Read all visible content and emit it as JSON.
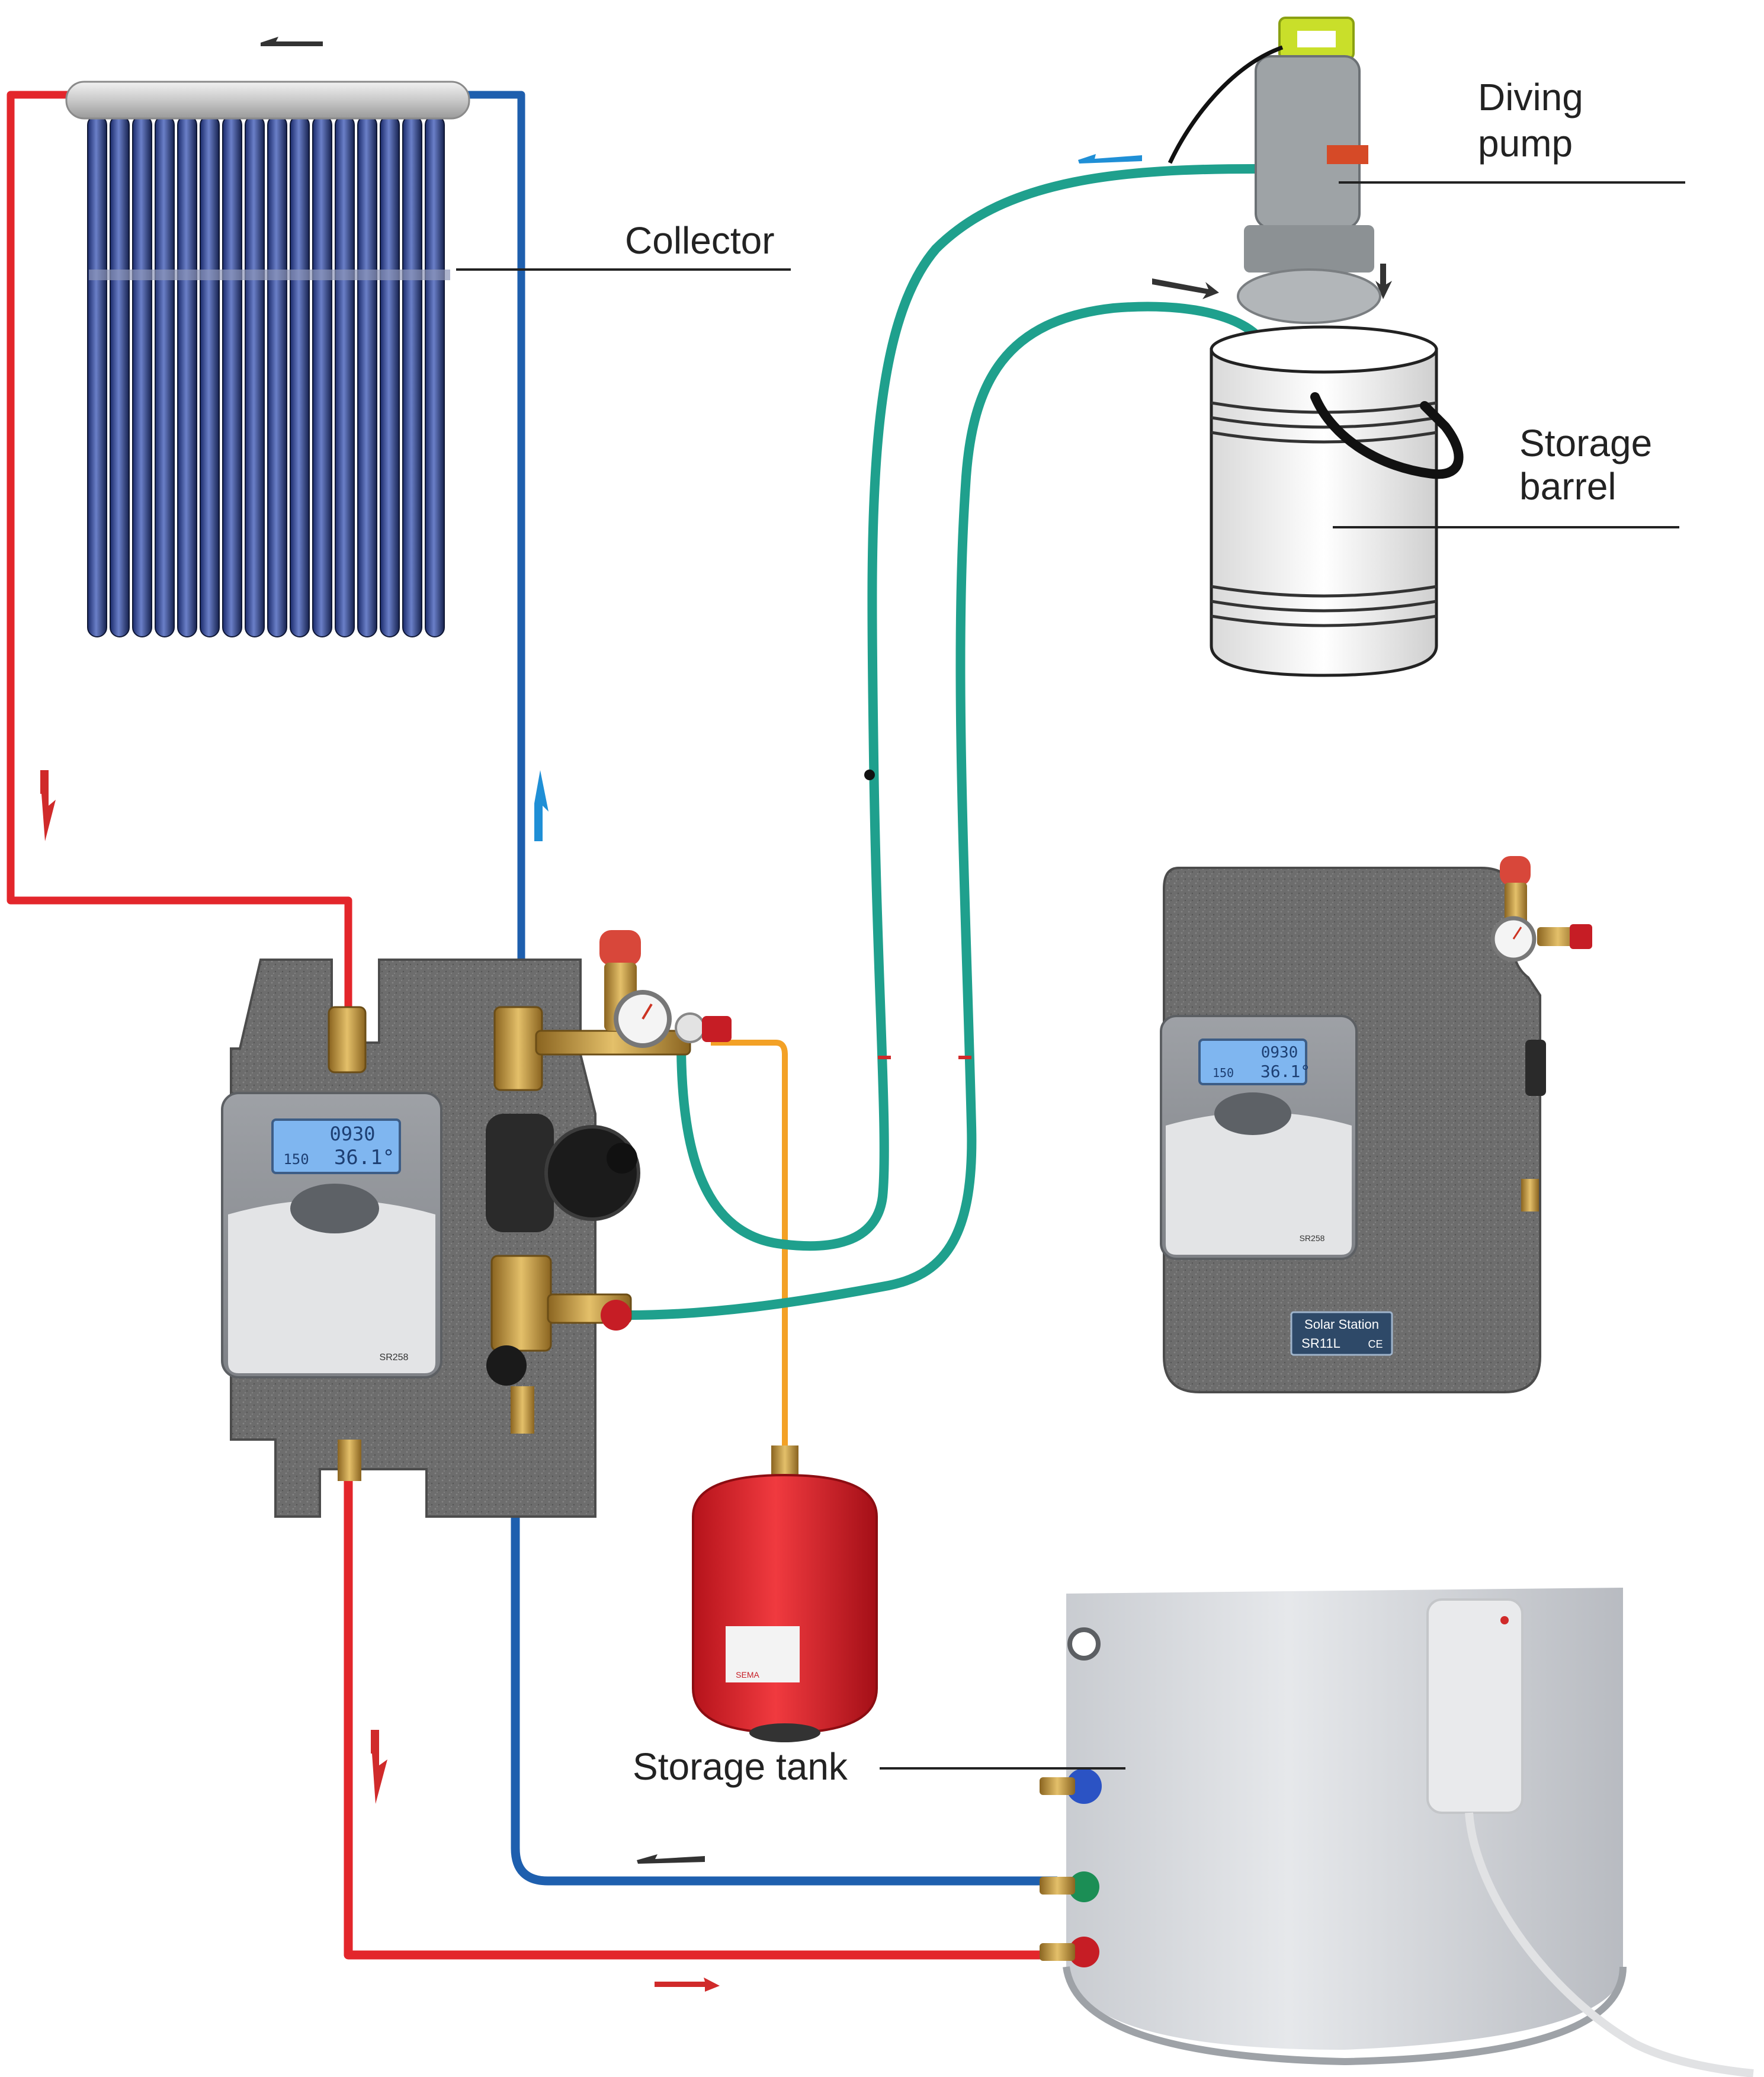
{
  "labels": {
    "collector": "Collector",
    "diving_pump_line1": "Diving",
    "diving_pump_line2": "pump",
    "storage_barrel_line1": "Storage",
    "storage_barrel_line2": "barrel",
    "storage_tank": "Storage tank"
  },
  "controller_left": {
    "display_line1": "0930",
    "display_line2": "36.1°",
    "display_small": "150",
    "model": "SR258"
  },
  "controller_right": {
    "display_line1": "0930",
    "display_line2": "36.1°",
    "display_small": "150",
    "model": "SR258",
    "plate_line1": "Solar Station",
    "plate_line2": "SR11L",
    "plate_mark": "CE"
  },
  "expansion_vessel": {
    "sticker_text": "SEMA"
  },
  "colors": {
    "hot_pipe": "#e3262b",
    "cold_pipe": "#1e5fae",
    "hose": "#1fa08d",
    "fill_pipe": "#f3a126",
    "insulation": "#6f6f6f",
    "brass": "#c79b3b",
    "arrow_dark": "#333333",
    "arrow_blue": "#1f8fd6",
    "arrow_red": "#d02a2a",
    "lcd": "#7fb6f0"
  }
}
